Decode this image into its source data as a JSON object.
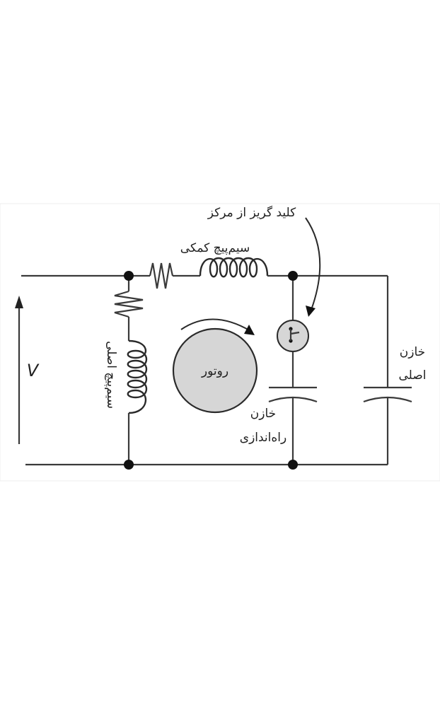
{
  "labels": {
    "centrifugal_switch": "کلید گریز از مرکز",
    "auxiliary_winding": "سیم‌پیچ کمکی",
    "main_winding": "سیم‌پیچ اصلی",
    "rotor": "روتور",
    "start_capacitor_line1": "خازن",
    "start_capacitor_line2": "راه‌اندازی",
    "run_capacitor_line1": "خازن",
    "run_capacitor_line2": "اصلی",
    "voltage": "V"
  },
  "colors": {
    "wire": "#3a3a3a",
    "node": "#111111",
    "rotor_fill": "#d6d6d6",
    "switch_fill": "#d6d6d6",
    "frame_border": "#e6e6e6"
  },
  "icons": {
    "rotation_arrow": "rotation-arrow-icon",
    "voltage_arrow": "arrow-up-icon",
    "switch_pointer": "curved-arrow-icon"
  }
}
